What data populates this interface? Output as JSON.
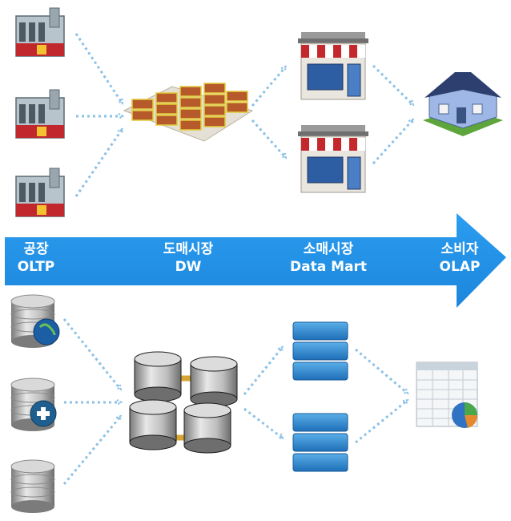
{
  "stages": [
    {
      "korean": "공장",
      "english": "OLTP"
    },
    {
      "korean": "도매시장",
      "english": "DW"
    },
    {
      "korean": "소매시장",
      "english": "Data Mart"
    },
    {
      "korean": "소비자",
      "english": "OLAP"
    }
  ],
  "icons": {
    "top": [
      "factory-icon",
      "factory-icon",
      "factory-icon",
      "warehouse-icon",
      "store-icon",
      "store-icon",
      "house-icon"
    ],
    "bottom": [
      "database-globe-icon",
      "database-add-icon",
      "database-icon",
      "database-cluster-icon",
      "database-server-icon",
      "database-server-icon",
      "spreadsheet-chart-icon"
    ]
  },
  "colors": {
    "banner": "#2194e8",
    "dotted_arrow": "#8cc1e6",
    "server_blue": "#2f86d3"
  }
}
